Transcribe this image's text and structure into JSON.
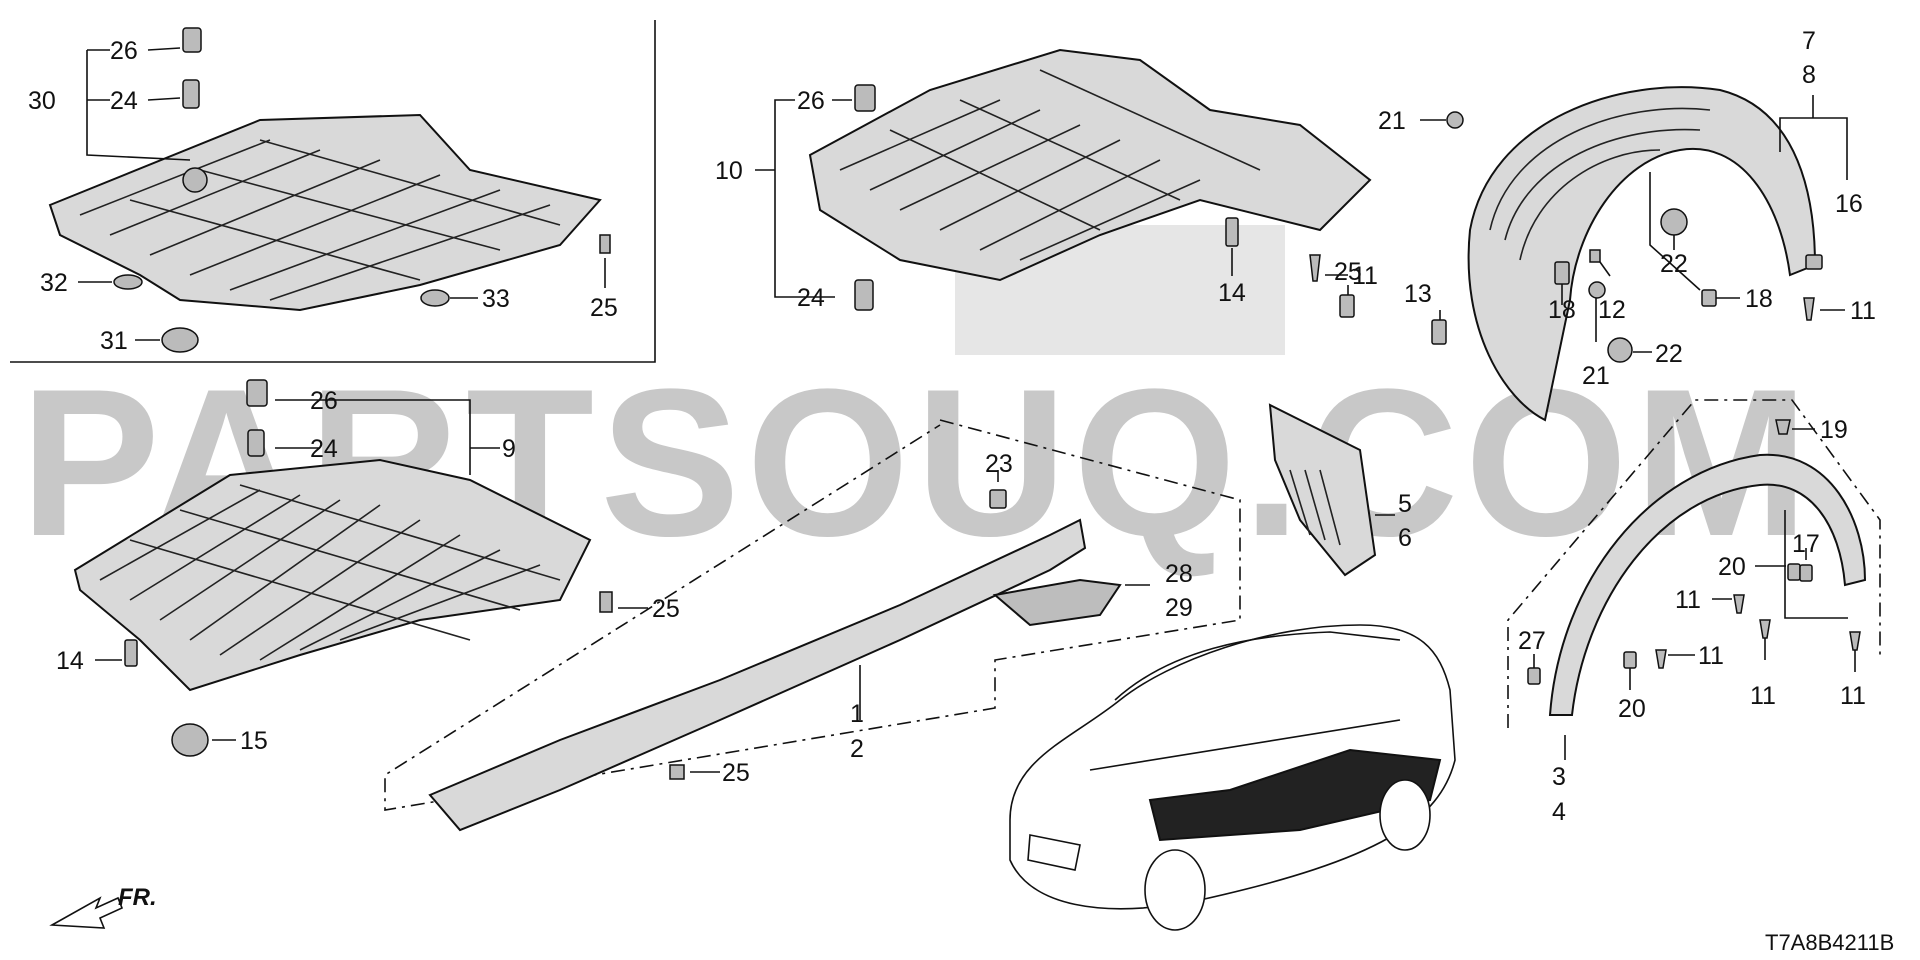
{
  "watermark": "PARTSOUQ.COM",
  "diagram_code": "T7A8B4211B",
  "front_indicator": "FR.",
  "callouts": {
    "c1": "1",
    "c2": "2",
    "c3": "3",
    "c4": "4",
    "c5": "5",
    "c6": "6",
    "c7": "7",
    "c8": "8",
    "c9": "9",
    "c10": "10",
    "c11": "11",
    "c12": "12",
    "c13": "13",
    "c14": "14",
    "c15": "15",
    "c16": "16",
    "c17": "17",
    "c18": "18",
    "c19": "19",
    "c20": "20",
    "c21": "21",
    "c22": "22",
    "c23": "23",
    "c24": "24",
    "c25": "25",
    "c26": "26",
    "c27": "27",
    "c28": "28",
    "c29": "29",
    "c30": "30",
    "c31": "31",
    "c32": "32",
    "c33": "33"
  }
}
